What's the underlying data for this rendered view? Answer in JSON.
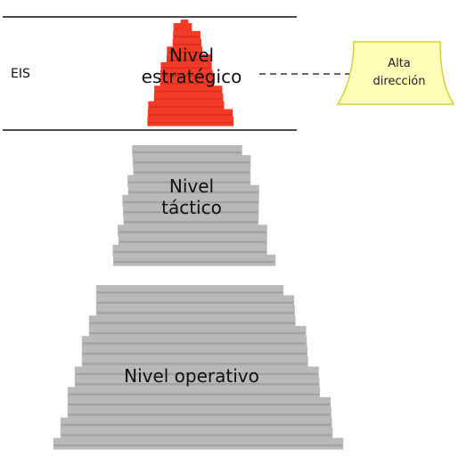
{
  "eis_label": "EIS",
  "levels": [
    {
      "id": "strategic",
      "line1": "Nivel",
      "line2": "estratégico",
      "color": "#f23c28"
    },
    {
      "id": "tactical",
      "line1": "Nivel",
      "line2": "táctico",
      "color": "#b6b6b6"
    },
    {
      "id": "operative",
      "line1": "Nivel operativo",
      "color": "#b6b6b6"
    }
  ],
  "note": {
    "line1": "Alta",
    "line2": "dirección",
    "fill": "#fffdb8",
    "border": "#d2d13c"
  },
  "colors": {
    "strategic_fill": "#f23c28",
    "strategic_stripe": "#d92a18",
    "gray_fill": "#b9b9b9",
    "gray_stripe": "#9c9c9c",
    "line": "#111111"
  }
}
